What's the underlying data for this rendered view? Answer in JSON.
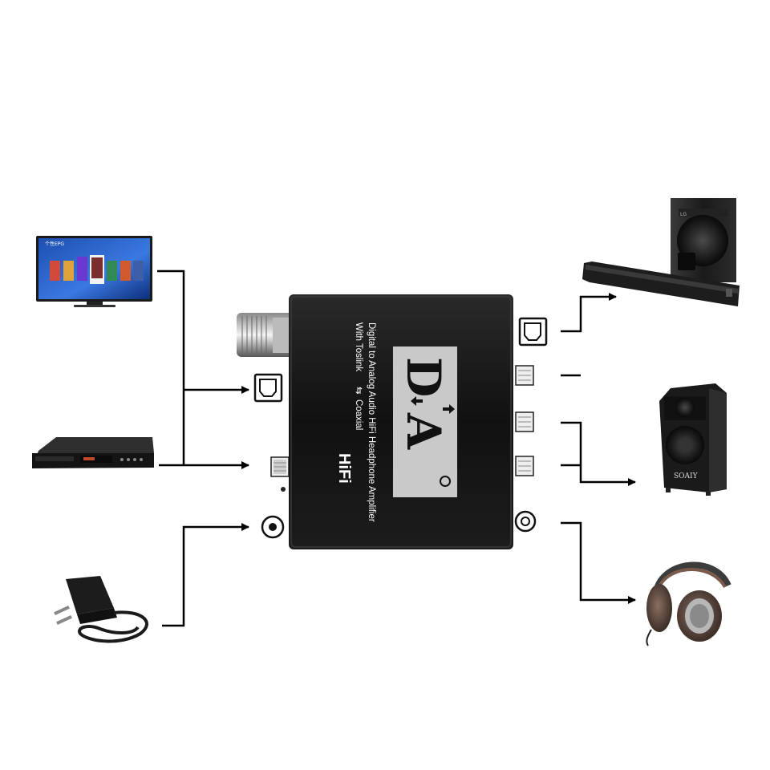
{
  "device": {
    "line1": "Digital to Analog Audio HiFi Headphone Amplifier",
    "line2_left": "With Toslink",
    "line2_right": "Coaxial",
    "logo_d": "D",
    "logo_a": "A",
    "hifi": "HiFi"
  },
  "sources": {
    "tv_screen_title": "个性EPG"
  },
  "outputs": {
    "speaker_brand": "SOAIY",
    "soundbar_badge": "LG"
  },
  "colors": {
    "device_body": "#141414",
    "logo_panel": "#c9c9c9",
    "arrow": "#000000"
  }
}
